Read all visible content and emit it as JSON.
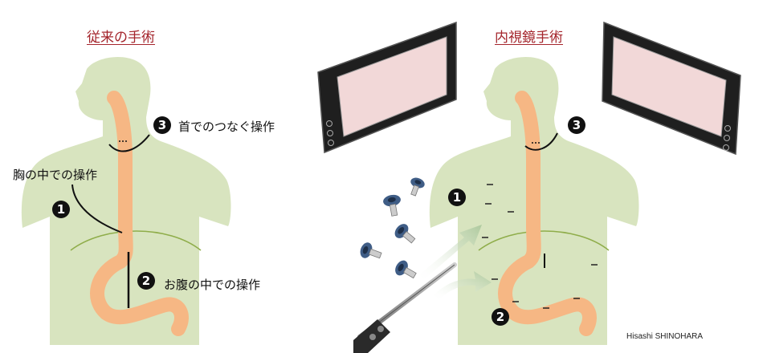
{
  "left_panel": {
    "title": "従来の手術",
    "steps": [
      {
        "number": "1",
        "label": "胸の中での操作"
      },
      {
        "number": "2",
        "label": "お腹の中での操作"
      },
      {
        "number": "3",
        "label": "首でのつなぐ操作"
      }
    ]
  },
  "right_panel": {
    "title": "内視鏡手術",
    "steps": [
      {
        "number": "1"
      },
      {
        "number": "2"
      },
      {
        "number": "3"
      }
    ]
  },
  "credit": "Hisashi SHINOHARA",
  "colors": {
    "body": "#d8e4bf",
    "esophagus": "#f6b784",
    "diaphragm": "#8fad4a",
    "heading": "#a4252c",
    "monitor_screen": "#f2d8d8",
    "monitor_frame": "#1f1f1f",
    "trocar": "#3f5d86"
  }
}
